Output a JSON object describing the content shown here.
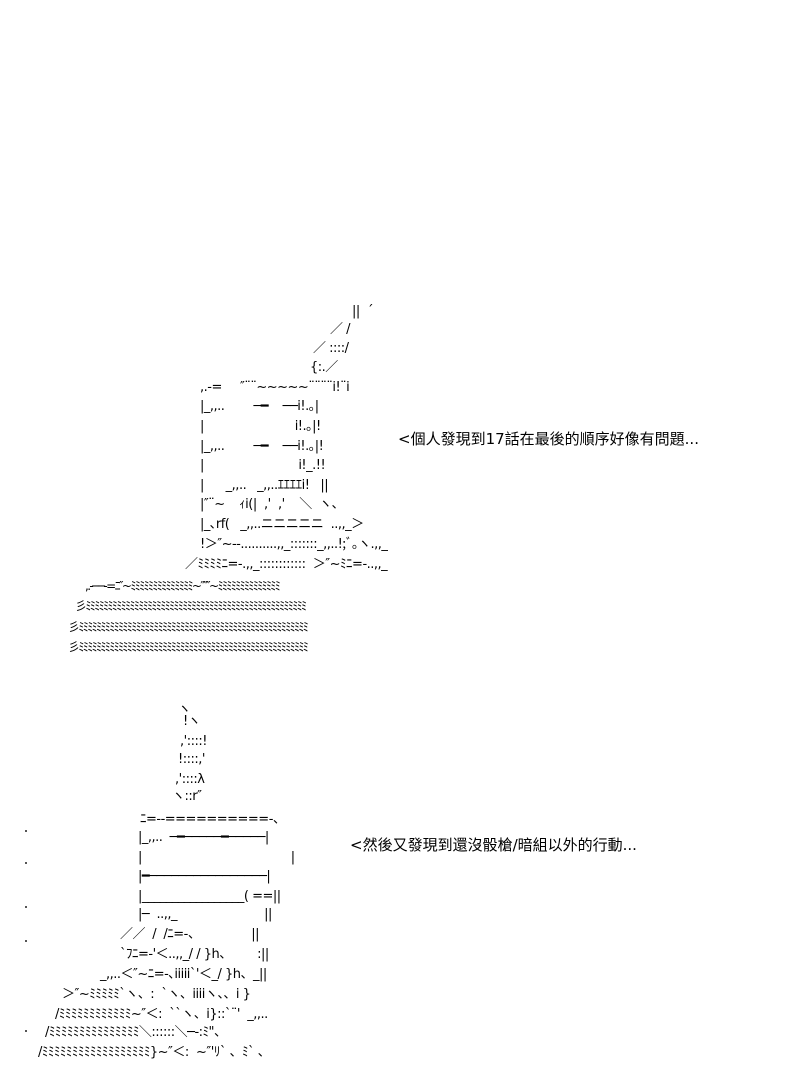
{
  "art1": {
    "lines": [
      "||  ´",
      "／ /",
      "／ ::::/",
      "{:.／",
      ",.-=     ″¨¨~~~~~¨¨¨¨i!¨i",
      "|_,,..        ─━    ──i!.｡|",
      "|                         i!.｡|!",
      "|_,,..        ─━    ──i!.｡|!",
      "|                          i!_.!!",
      "|      _,,..   _,,..ｴｴｴｴi!   ||",
      "|″¨~    ｨi(|  ,'  ,'    ＼  ヽ、",
      "|_､rf(   _,,..ニニニニニ  ..,,_＞",
      "!＞″~‐-..........,,_:::::::_,,..!;ﾞ｡ヽ.,,_",
      "／ﾐﾐﾐﾐﾆ=‐.,,_::::::::::::  ＞″~ﾐﾆ=‐..,,_",
      ",.-──‐=ﾆ″~ﾐﾐﾐﾐﾐﾐﾐﾐﾐﾐﾐﾐﾐﾐ~″″″~ﾐﾐﾐﾐﾐﾐﾐﾐﾐﾐﾐﾐﾐﾐ",
      "彡ﾐﾐﾐﾐﾐﾐﾐﾐﾐﾐﾐﾐﾐﾐﾐﾐﾐﾐﾐﾐﾐﾐﾐﾐﾐﾐﾐﾐﾐﾐﾐﾐﾐﾐﾐﾐﾐﾐﾐﾐﾐﾐﾐﾐﾐﾐﾐﾐﾐﾐ",
      "彡ﾐﾐﾐﾐﾐﾐﾐﾐﾐﾐﾐﾐﾐﾐﾐﾐﾐﾐﾐﾐﾐﾐﾐﾐﾐﾐﾐﾐﾐﾐﾐﾐﾐﾐﾐﾐﾐﾐﾐﾐﾐﾐﾐﾐﾐﾐﾐﾐﾐﾐﾐﾐ",
      "彡ﾐﾐﾐﾐﾐﾐﾐﾐﾐﾐﾐﾐﾐﾐﾐﾐﾐﾐﾐﾐﾐﾐﾐﾐﾐﾐﾐﾐﾐﾐﾐﾐﾐﾐﾐﾐﾐﾐﾐﾐﾐﾐﾐﾐﾐﾐﾐﾐﾐﾐﾐﾐ"
    ],
    "caption": "<個人發現到17話在最後的順序好像有問題..."
  },
  "art2": {
    "lines": [
      "ヽ",
      "!ヽ",
      ",'::::!",
      "!::::,'",
      ",'::::λ",
      "ヽ::r″",
      "ﾆ=‐‐==========‐、",
      "|_,,..  ─━─────━─────|",
      "|                                         |",
      "|━────────────────|",
      "|_________________( ==||",
      "|─  ..,,_                        ||",
      "／／  /  /ﾆ=‐、              ||",
      "`ﾌﾆ=‐'＜..,,_/ / }h、       :||",
      "_,,..＜″~ﾆ=‐､iiiii`'＜_/ }h、_||",
      "＞″~ﾐﾐﾐﾐﾐ`ヽ、:  `ヽ、iiiiヽ、、i }",
      "/ﾐﾐﾐﾐﾐﾐﾐﾐﾐﾐﾐﾐ~″＜:  ``ヽ、i}::`¨'  _,,..",
      "/ﾐﾐﾐﾐﾐﾐﾐﾐﾐﾐﾐﾐﾐﾐﾐ＼::::::＼─‐:ﾐ\"、",
      "/ﾐﾐﾐﾐﾐﾐﾐﾐﾐﾐﾐﾐﾐﾐﾐﾐﾐﾐ}~″＜:  ~″'ﾘ` 、ﾐ` 、"
    ],
    "caption": "<然後又發現到還沒骰槍/暗組以外的行動..."
  }
}
